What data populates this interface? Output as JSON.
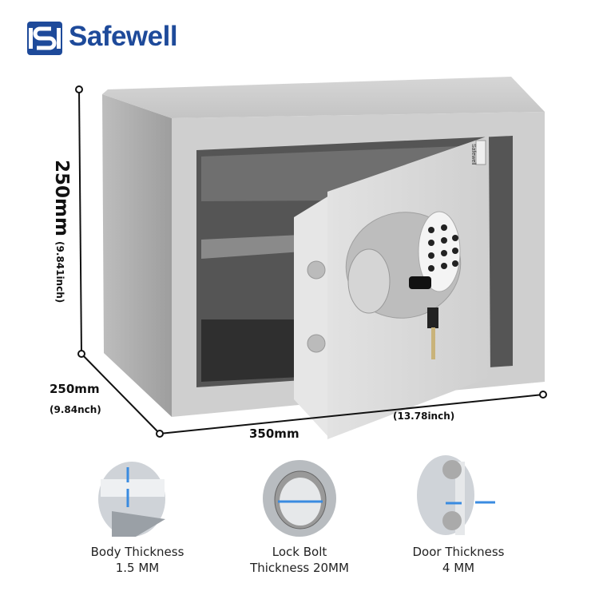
{
  "brand": {
    "name": "Safewell",
    "color": "#1e4a9a",
    "door_badge": "Safewell"
  },
  "dimensions": {
    "height_mm": "250mm",
    "height_in": "(9.841inch)",
    "depth_mm": "250mm",
    "depth_in": "(9.84nch)",
    "width_mm": "350mm",
    "width_in": "(13.78inch)"
  },
  "features": [
    {
      "title": "Body Thickness",
      "value": "1.5 MM",
      "icon": "body-thickness-detail"
    },
    {
      "title": "Lock Bolt",
      "value": "Thickness 20MM",
      "icon": "lock-bolt-detail"
    },
    {
      "title": "Door Thickness",
      "value": "4 MM",
      "icon": "door-thickness-detail"
    }
  ],
  "colors": {
    "arrow": "#3a8be0",
    "safe_body": "#c9c9c9"
  }
}
